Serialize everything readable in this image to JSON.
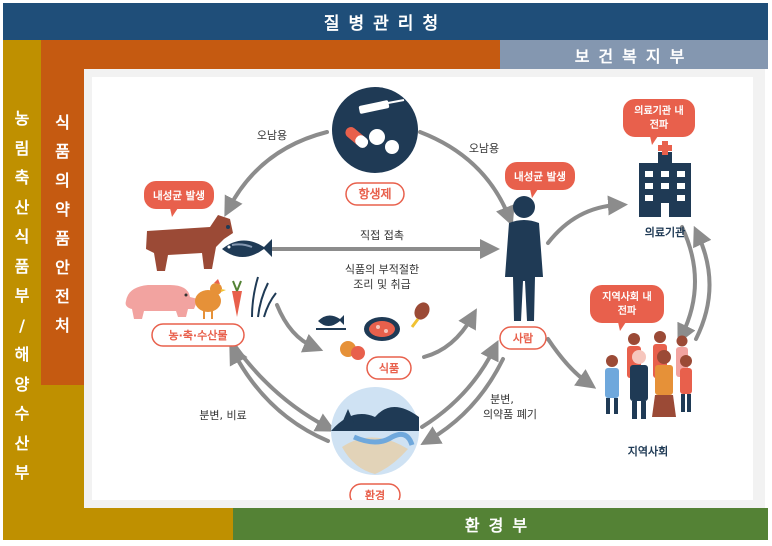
{
  "header": {
    "title": "질병관리청"
  },
  "agencies": {
    "mafra": {
      "label": "농림축산식품부/해양수산부",
      "chars": [
        "농",
        "림",
        "축",
        "산",
        "식",
        "품",
        "부",
        "/",
        "해",
        "양",
        "수",
        "산",
        "부"
      ]
    },
    "mfds": {
      "label": "식품의약품안전처",
      "chars": [
        "식",
        "품",
        "의",
        "약",
        "품",
        "안",
        "전",
        "처"
      ]
    },
    "mohw": {
      "label": "보건복지부"
    },
    "me": {
      "label": "환경부"
    }
  },
  "diagram": {
    "nodes": {
      "antibiotics": "항생제",
      "livestock": "농·축·수산물",
      "food": "식품",
      "human": "사람",
      "environment": "환경",
      "hospital": "의료기관",
      "community": "지역사회"
    },
    "edges": {
      "misuse_left": "오남용",
      "misuse_right": "오남용",
      "direct_contact": "직접 접촉",
      "improper_cooking_1": "식품의 부적절한",
      "improper_cooking_2": "조리 및 취급",
      "manure_1": "분변, 비료",
      "waste_1": "분변,",
      "waste_2": "의약품 폐기"
    },
    "bubbles": {
      "resistant_left": "내성균 발생",
      "resistant_human": "내성균 발생",
      "hospital_spread_1": "의료기관 내",
      "hospital_spread_2": "전파",
      "community_spread_1": "지역사회 내",
      "community_spread_2": "전파"
    }
  },
  "colors": {
    "kdca": "#1f4e79",
    "mafra": "#bf9000",
    "mfds": "#c55a11",
    "mohw": "#8497b0",
    "me": "#548235",
    "navy": "#1f3a55",
    "accent_red": "#e8604c",
    "arrow_gray": "#8c8c8c",
    "brown": "#9b4a36"
  }
}
